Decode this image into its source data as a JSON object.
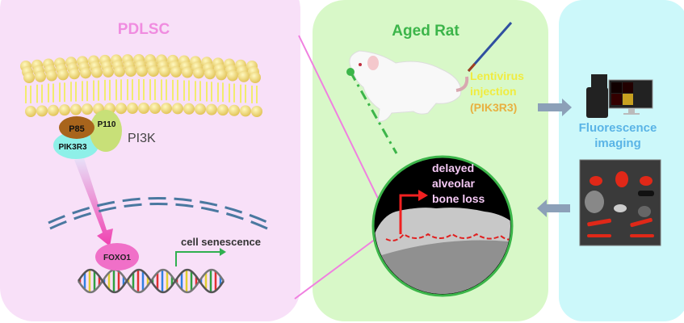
{
  "panels": {
    "left": {
      "title": "PDLSC"
    },
    "middle": {
      "title": "Aged Rat"
    },
    "right": {
      "title_line1": "Fluorescence",
      "title_line2": "imaging"
    }
  },
  "pathway": {
    "p85": "P85",
    "p110": "P110",
    "pik3r3": "PIK3R3",
    "pi3k": "PI3K",
    "foxo1": "FOXO1",
    "outcome": "cell senescence"
  },
  "injection": {
    "line1": "Lentivirus",
    "line2": "injection",
    "line3": "(PIK3R3)"
  },
  "result": {
    "line1": "delayed",
    "line2": "alveolar",
    "line3": "bone loss"
  },
  "colors": {
    "pink_panel": "#f8e0f8",
    "green_panel": "#d8f8c8",
    "cyan_panel": "#ccf8fa",
    "pdlsc_title": "#f08ce0",
    "rat_title": "#3cb54a",
    "fluor_title": "#5ab4e6",
    "lentivirus": "#f0ec40",
    "pik3r3_label": "#e8b040"
  }
}
